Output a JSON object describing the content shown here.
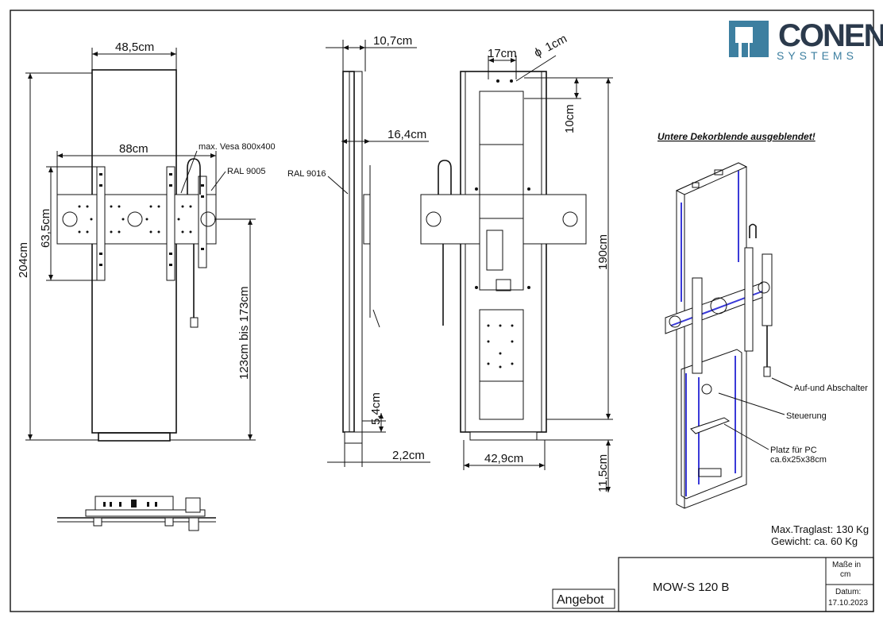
{
  "brand": {
    "name": "CONEN",
    "sub": "SYSTEMS",
    "logo_color": "#3d7fa0"
  },
  "front_view": {
    "width_top": "48,5cm",
    "height": "204cm",
    "mount_width": "88cm",
    "mount_height": "63,5cm",
    "height_range": "123cm bis 173cm",
    "vesa": "max. Vesa 800x400",
    "ral": "RAL 9005"
  },
  "side_view": {
    "depth_top": "10,7cm",
    "depth_mid": "16,4cm",
    "ral": "RAL 9016",
    "foot_height": "5,4cm",
    "foot_depth": "2,2cm"
  },
  "back_view": {
    "slot_spacing": "17cm",
    "hole_diameter": "1cm",
    "top_offset": "10cm",
    "height": "190cm",
    "width": "42,9cm",
    "bottom": "11,5cm"
  },
  "iso_view": {
    "note": "Untere Dekorblende ausgeblendet!",
    "switch": "Auf-und Abschalter",
    "control": "Steuerung",
    "pc_line1": "Platz für PC",
    "pc_line2": "ca.6x25x38cm"
  },
  "specs": {
    "load": "Max.Traglast: 130 Kg",
    "weight": "Gewicht: ca. 60 Kg"
  },
  "title_block": {
    "model": "MOW-S 120 B",
    "units_label": "Maße in",
    "units_value": "cm",
    "date_label": "Datum:",
    "date_value": "17.10.2023",
    "offer": "Angebot"
  },
  "colors": {
    "line": "#111111",
    "highlight": "#3a3ad8"
  }
}
